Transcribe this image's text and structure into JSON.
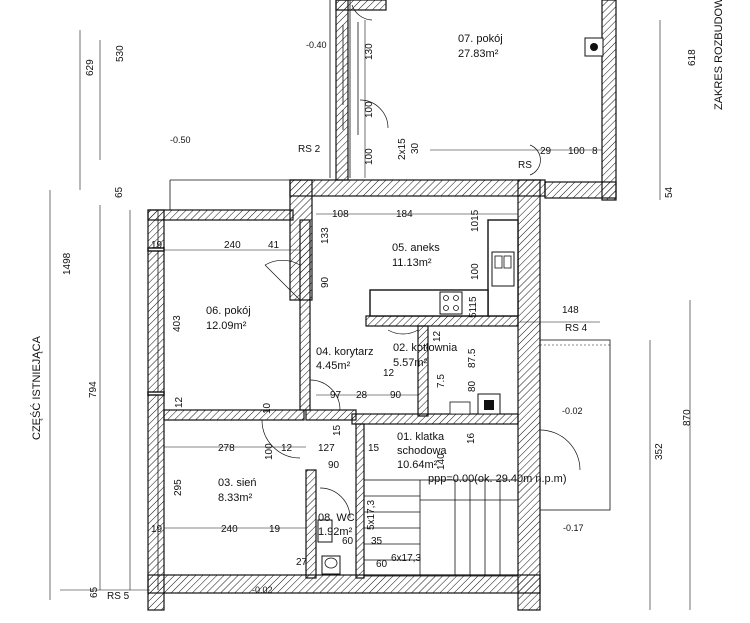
{
  "rooms": {
    "r07": {
      "name": "07. pokój",
      "area": "27.83m²"
    },
    "r05": {
      "name": "05. aneks",
      "area": "11.13m²"
    },
    "r06": {
      "name": "06. pokój",
      "area": "12.09m²"
    },
    "r04": {
      "name": "04. korytarz",
      "area": "4.45m²"
    },
    "r02": {
      "name": "02. kotłownia",
      "area": "5.57m²"
    },
    "r01": {
      "name1": "01. klatka",
      "name2": "schodowa",
      "area": "10.64m²"
    },
    "r03": {
      "name": "03. sień",
      "area": "8.33m²"
    },
    "r08": {
      "name": "08. WC",
      "area": "1.92m²"
    }
  },
  "ppp_note": "ppp=0.00(ok. 29.40m n.p.m)",
  "side_labels": {
    "left": "CZĘŚĆ ISTNIEJĄCA",
    "right": "ZAKRES ROZBUDOWY"
  },
  "rs_labels": {
    "rs2": "RS 2",
    "rs3": "RS",
    "rs4": "RS 4",
    "rs5": "RS 5"
  },
  "levels": {
    "l1": "-0.40",
    "l2": "-0.50",
    "l3": "-0.02",
    "l4": "-0.17",
    "l5": "-0.02"
  },
  "dimensions": {
    "d629": "629",
    "d530": "530",
    "d1498": "1498",
    "d794": "794",
    "d65a": "65",
    "d65b": "65",
    "d403": "403",
    "d295": "295",
    "d12l": "12",
    "d130": "130",
    "d100a": "100",
    "d100b": "100",
    "d2x15": "2x15",
    "d30": "30",
    "d29": "29",
    "d100c": "100",
    "d8": "8",
    "d618": "618",
    "d54": "54",
    "d108": "108",
    "d184": "184",
    "d133": "133",
    "d90a": "90",
    "d1015": "1015",
    "d100d": "100",
    "d5115": "5115",
    "d148": "148",
    "d352": "352",
    "d870": "870",
    "d19a": "19",
    "d240a": "240",
    "d41": "41",
    "d12a": "12",
    "d875": "87.5",
    "d75": "7.5",
    "d80": "80",
    "d97": "97",
    "d28": "28",
    "d90b": "90",
    "d12b": "12",
    "d10": "10",
    "d15a": "15",
    "d278": "278",
    "d100e": "100",
    "d12c": "12",
    "d127": "127",
    "d15b": "15",
    "d90c": "90",
    "d16": "16",
    "d140": "140",
    "d19b": "19",
    "d240b": "240",
    "d19c": "19",
    "d60a": "60",
    "d35": "35",
    "d5x17": "5x17,3",
    "d6x17": "6x17,3",
    "d27": "27",
    "d60b": "60"
  }
}
